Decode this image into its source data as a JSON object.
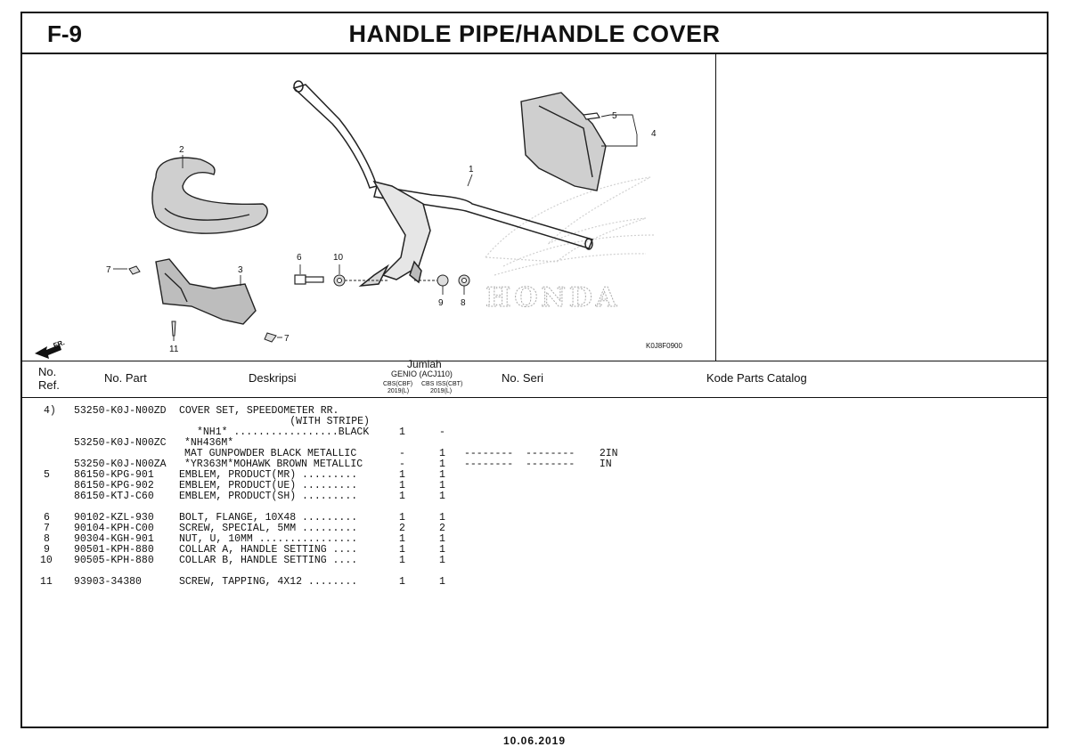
{
  "header": {
    "page_code": "F-9",
    "title": "HANDLE PIPE/HANDLE COVER"
  },
  "diagram": {
    "code": "K0J8F0900",
    "fr_label": "FR.",
    "callouts": [
      "1",
      "2",
      "3",
      "4",
      "5",
      "6",
      "7",
      "7",
      "8",
      "9",
      "10",
      "11"
    ],
    "watermark_text": "HONDA"
  },
  "columns": {
    "no_ref_1": "No.",
    "no_ref_2": "Ref.",
    "no_part": "No. Part",
    "deskripsi": "Deskripsi",
    "jumlah": "Jumlah",
    "model": "GENIO (ACJ110)",
    "variant1_a": "CBS(CBF)",
    "variant1_b": "2019(L)",
    "variant2_a": "CBS ISS(CBT)",
    "variant2_b": "2019(L)",
    "no_seri": "No. Seri",
    "kode": "Kode Parts Catalog"
  },
  "rows": [
    {
      "ref": "4)",
      "part": "53250-K0J-N00ZD",
      "desc": "COVER SET, SPEEDOMETER RR.",
      "q1": "",
      "q2": "",
      "extra": ""
    },
    {
      "ref": "",
      "part": "",
      "desc": "                  (WITH STRIPE)",
      "q1": "",
      "q2": "",
      "extra": ""
    },
    {
      "ref": "",
      "part": "",
      "desc": "*NH1* .................BLACK",
      "q1": "1",
      "q2": "-",
      "extra": ""
    },
    {
      "ref": "",
      "part": "53250-K0J-N00ZC",
      "desc": "*NH436M*",
      "q1": "",
      "q2": "",
      "extra": ""
    },
    {
      "ref": "",
      "part": "",
      "desc": "MAT GUNPOWDER BLACK METALLIC",
      "q1": "-",
      "q2": "1",
      "extra": "--------  --------    2IN"
    },
    {
      "ref": "",
      "part": "53250-K0J-N00ZA",
      "desc": "*YR363M*MOHAWK BROWN METALLIC",
      "q1": "-",
      "q2": "1",
      "extra": "--------  --------    IN"
    },
    {
      "ref": "5",
      "part": "86150-KPG-901",
      "desc": "EMBLEM, PRODUCT(MR) .........",
      "q1": "1",
      "q2": "1",
      "extra": ""
    },
    {
      "ref": "",
      "part": "86150-KPG-902",
      "desc": "EMBLEM, PRODUCT(UE) .........",
      "q1": "1",
      "q2": "1",
      "extra": ""
    },
    {
      "ref": "",
      "part": "86150-KTJ-C60",
      "desc": "EMBLEM, PRODUCT(SH) .........",
      "q1": "1",
      "q2": "1",
      "extra": ""
    },
    {
      "ref": "6",
      "part": "90102-KZL-930",
      "desc": "BOLT, FLANGE, 10X48 .........",
      "q1": "1",
      "q2": "1",
      "extra": ""
    },
    {
      "ref": "7",
      "part": "90104-KPH-C00",
      "desc": "SCREW, SPECIAL, 5MM .........",
      "q1": "2",
      "q2": "2",
      "extra": ""
    },
    {
      "ref": "8",
      "part": "90304-KGH-901",
      "desc": "NUT, U, 10MM ................",
      "q1": "1",
      "q2": "1",
      "extra": ""
    },
    {
      "ref": "9",
      "part": "90501-KPH-880",
      "desc": "COLLAR A, HANDLE SETTING ....",
      "q1": "1",
      "q2": "1",
      "extra": ""
    },
    {
      "ref": "10",
      "part": "90505-KPH-880",
      "desc": "COLLAR B, HANDLE SETTING ....",
      "q1": "1",
      "q2": "1",
      "extra": ""
    },
    {
      "ref": "11",
      "part": "93903-34380",
      "desc": "SCREW, TAPPING, 4X12 ........",
      "q1": "1",
      "q2": "1",
      "extra": ""
    }
  ],
  "footer": {
    "date": "10.06.2019"
  }
}
